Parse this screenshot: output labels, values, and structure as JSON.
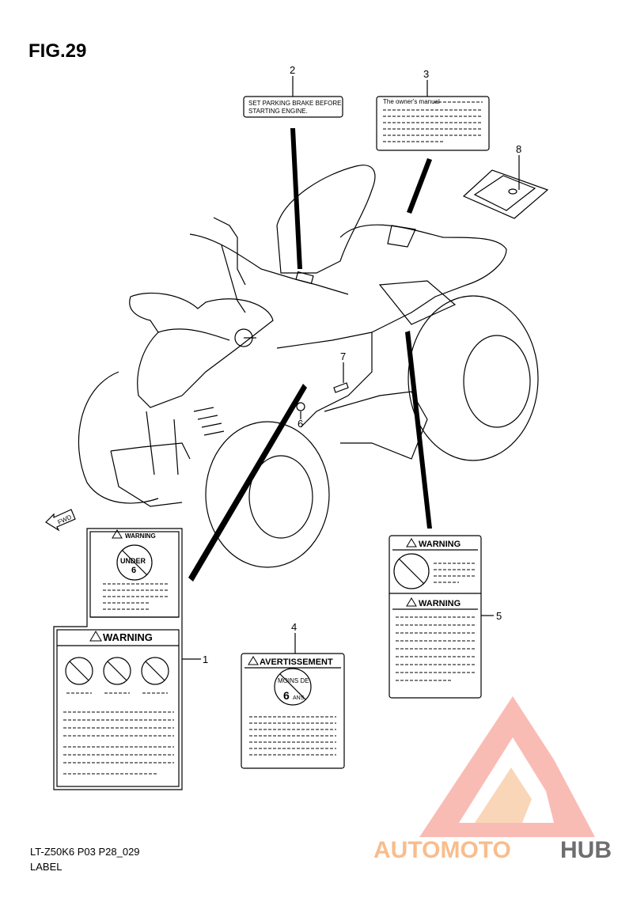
{
  "figure": {
    "title": "FIG.29"
  },
  "callouts": [
    "1",
    "2",
    "3",
    "4",
    "5",
    "6",
    "7",
    "8"
  ],
  "label_2": {
    "line1": "SET PARKING BRAKE BEFORE",
    "line2": "STARTING ENGINE."
  },
  "label_3": {
    "heading": "The owner's manual"
  },
  "label_1": {
    "top_warning": "WARNING",
    "top_badge": "UNDER",
    "top_badge_num": "6",
    "main_warning": "WARNING"
  },
  "label_4": {
    "warning": "AVERTISSEMENT",
    "badge_line1": "MOINS DE",
    "badge_num": "6",
    "badge_unit": "ANS"
  },
  "label_5": {
    "warning_top": "WARNING",
    "warning_bottom": "WARNING"
  },
  "fwd": {
    "label": "FWD"
  },
  "footer": {
    "code": "LT-Z50K6 P03 P28_029",
    "caption": "LABEL"
  },
  "watermark": {
    "word_part1": "AUTOMOTO",
    "word_part2": "HUB",
    "color_primary": "#f26b5b",
    "color_secondary": "#f7b27a",
    "color_dark": "#555555"
  }
}
